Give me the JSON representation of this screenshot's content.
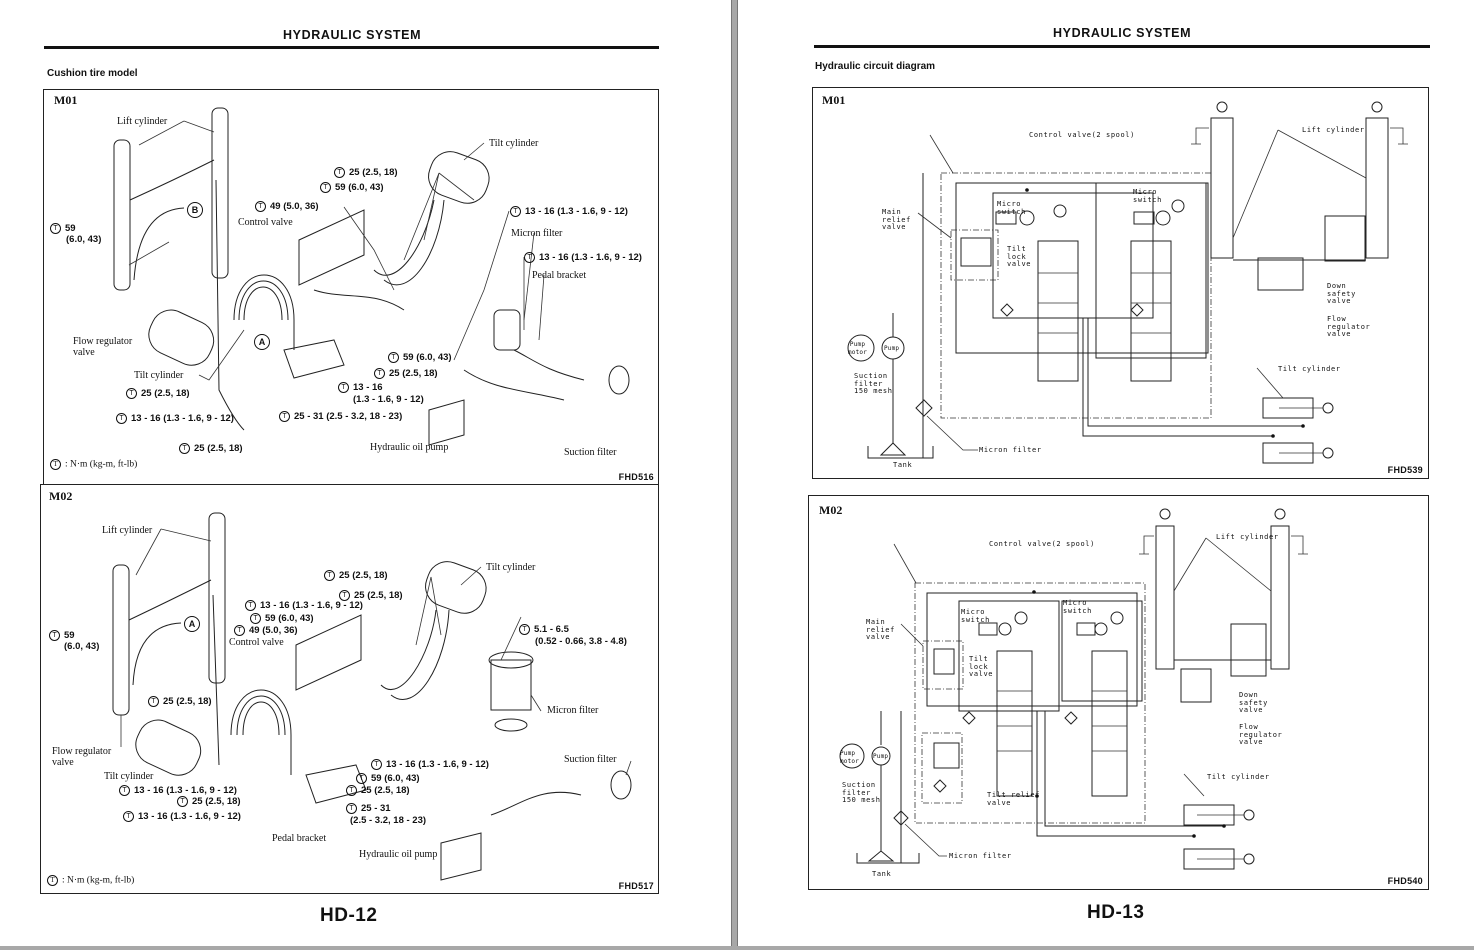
{
  "left_page": {
    "header": "HYDRAULIC SYSTEM",
    "section": "Cushion tire model",
    "page_number": "HD-12",
    "panels": [
      {
        "id": "M01",
        "figure_id": "FHD516",
        "legend": ": N·m (kg-m, ft-lb)",
        "labels": {
          "lift_cylinder": "Lift cylinder",
          "control_valve": "Control valve",
          "tilt_cylinder_top": "Tilt cylinder",
          "micron_filter": "Micron filter",
          "pedal_bracket": "Pedal bracket",
          "flow_regulator": "Flow regulator",
          "flow_regulator_2": "valve",
          "tilt_cylinder": "Tilt cylinder",
          "hydraulic_oil_pump": "Hydraulic oil pump",
          "suction_filter": "Suction filter",
          "callout_a": "A",
          "callout_b": "B"
        },
        "torques": {
          "t59_a": "59",
          "t59_b": "(6.0, 43)",
          "t25_top": "25 (2.5, 18)",
          "t59_top": "59 (6.0, 43)",
          "t49": "49 (5.0, 36)",
          "t13_a": "13 - 16 (1.3 - 1.6, 9 - 12)",
          "t13_b": "13 - 16 (1.3 - 1.6, 9 - 12)",
          "t59_mid": "59 (6.0, 43)",
          "t25_mid": "25 (2.5, 18)",
          "t13_c1": "13 - 16",
          "t13_c2": "(1.3 - 1.6, 9 - 12)",
          "t25_31": "25 - 31 (2.5 - 3.2, 18 - 23)",
          "t25_left": "25 (2.5, 18)",
          "t13_left": "13 - 16 (1.3 - 1.6, 9 - 12)",
          "t25_bottom": "25 (2.5, 18)"
        }
      },
      {
        "id": "M02",
        "figure_id": "FHD517",
        "legend": ": N·m (kg-m, ft-lb)",
        "labels": {
          "lift_cylinder": "Lift cylinder",
          "control_valve": "Control valve",
          "tilt_cylinder_top": "Tilt cylinder",
          "micron_filter": "Micron filter",
          "suction_filter": "Suction filter",
          "flow_regulator": "Flow regulator",
          "flow_regulator_2": "valve",
          "tilt_cylinder": "Tilt cylinder",
          "pedal_bracket": "Pedal bracket",
          "hydraulic_oil_pump": "Hydraulic oil pump",
          "callout_a": "A"
        },
        "torques": {
          "t59_a": "59",
          "t59_b": "(6.0, 43)",
          "t25_top1": "25 (2.5, 18)",
          "t25_top2": "25 (2.5, 18)",
          "t13_top": "13 - 16 (1.3 - 1.6, 9 - 12)",
          "t59_top": "59 (6.0, 43)",
          "t49": "49 (5.0, 36)",
          "t51_a": "5.1 - 6.5",
          "t51_b": "(0.52 - 0.66, 3.8 - 4.8)",
          "t25_lift": "25 (2.5, 18)",
          "t13_mid": "13 - 16 (1.3 - 1.6, 9 - 12)",
          "t59_mid": "59 (6.0, 43)",
          "t25_mid": "25 (2.5, 18)",
          "t25_31_a": "25 - 31",
          "t25_31_b": "(2.5 - 3.2, 18 - 23)",
          "t13_left1": "13 - 16 (1.3 - 1.6, 9 - 12)",
          "t25_left": "25 (2.5, 18)",
          "t13_left2": "13 - 16 (1.3 - 1.6, 9 - 12)"
        }
      }
    ]
  },
  "right_page": {
    "header": "HYDRAULIC SYSTEM",
    "section": "Hydraulic circuit diagram",
    "page_number": "HD-13",
    "panels": [
      {
        "id": "M01",
        "figure_id": "FHD539",
        "labels": {
          "control_valve": "Control valve(2 spool)",
          "lift_cylinder": "Lift cylinder",
          "main_relief": "Main\nrelief\nvalve",
          "micro_switch_1": "Micro\nswitch",
          "micro_switch_2": "Micro\nswitch",
          "tilt_lock": "Tilt\nlock\nvalve",
          "down_safety": "Down\nsafety\nvalve",
          "flow_regulator": "Flow\nregulator\nvalve",
          "pump_motor": "Pump\nmotor",
          "pump": "Pump",
          "suction_filter": "Suction\nfilter\n150 mesh",
          "tilt_cylinder": "Tilt cylinder",
          "micron_filter": "Micron filter",
          "tank": "Tank"
        }
      },
      {
        "id": "M02",
        "figure_id": "FHD540",
        "labels": {
          "control_valve": "Control valve(2 spool)",
          "lift_cylinder": "Lift cylinder",
          "main_relief": "Main\nrelief\nvalve",
          "micro_switch_1": "Micro\nswitch",
          "micro_switch_2": "Micro\nswitch",
          "tilt_lock": "Tilt\nlock\nvalve",
          "tilt_relief": "Tilt relief\nvalve",
          "down_safety": "Down\nsafety\nvalve",
          "flow_regulator": "Flow\nregulator\nvalve",
          "pump_motor": "Pump\nmotor",
          "pump": "Pump",
          "suction_filter": "Suction\nfilter\n150 mesh",
          "tilt_cylinder": "Tilt cylinder",
          "micron_filter": "Micron filter",
          "tank": "Tank"
        }
      }
    ]
  }
}
